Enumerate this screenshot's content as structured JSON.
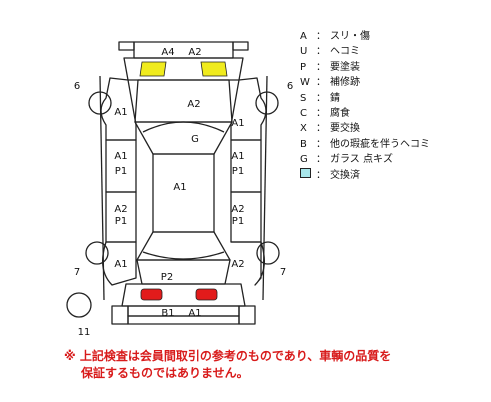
{
  "legend": [
    {
      "code": "A",
      "desc": "スリ・傷"
    },
    {
      "code": "U",
      "desc": "ヘコミ"
    },
    {
      "code": "P",
      "desc": "要塗装"
    },
    {
      "code": "W",
      "desc": "補修跡"
    },
    {
      "code": "S",
      "desc": "錆"
    },
    {
      "code": "C",
      "desc": "腐食"
    },
    {
      "code": "X",
      "desc": "要交換"
    },
    {
      "code": "B",
      "desc": "他の瑕疵を伴うヘコミ"
    },
    {
      "code": "G",
      "desc": "ガラス 点キズ"
    },
    {
      "code": "",
      "desc": "交換済",
      "swatch": "#a8e6ea"
    }
  ],
  "legend_sep": "：",
  "parts": {
    "front_bumper_1": "A4",
    "front_bumper_2": "A2",
    "hood": "A2",
    "windshield": "G",
    "roof": "A1",
    "left_front_fender": "A1",
    "right_front_fender": "A1",
    "left_front_door_1": "A1",
    "left_front_door_2": "P1",
    "right_front_door_1": "A1",
    "right_front_door_2": "P1",
    "left_rear_door_1": "A2",
    "left_rear_door_2": "P1",
    "right_rear_door_1": "A2",
    "right_rear_door_2": "P1",
    "left_rear_fender": "A1",
    "right_rear_fender": "A2",
    "trunk": "P2",
    "rear_bumper_1": "B1",
    "rear_bumper_2": "A1"
  },
  "wheels": {
    "front_left": "6",
    "front_right": "6",
    "rear_left": "7",
    "rear_right": "7",
    "spare": "11"
  },
  "colors": {
    "front_bumper_marked": "#f0eb1e",
    "rear_lamps": "#e21b1b",
    "disclaimer": "#d81b1b",
    "outline": "#222222"
  },
  "disclaimer": {
    "line1": "※ 上記検査は会員間取引の参考のものであり、車輌の品質を",
    "line2": "保証するものではありません。"
  }
}
